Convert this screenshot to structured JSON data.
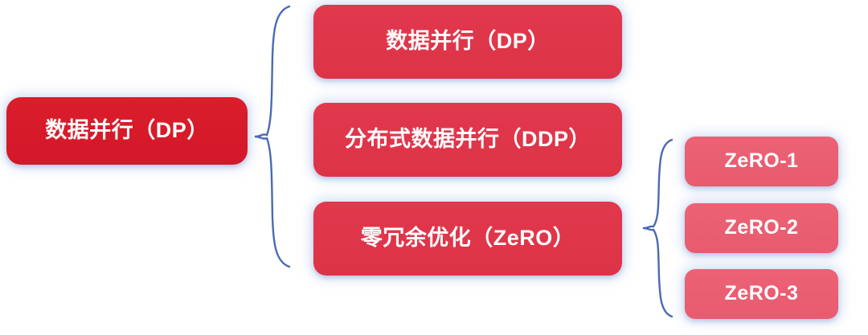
{
  "diagram": {
    "type": "hierarchy-tree",
    "orientation": "left-to-right",
    "background_color": "#ffffff",
    "colors": {
      "root_red": "#d81e2c",
      "level2_red": "#e0374c",
      "level3_rose": "#ea5e72",
      "brace_blue": "#4a6ab4",
      "text": "#ffffff",
      "glow": "#becee8"
    },
    "root": {
      "label": "数据并行（DP）"
    },
    "level2": [
      {
        "label": "数据并行（DP）"
      },
      {
        "label": "分布式数据并行（DDP）"
      },
      {
        "label": "零冗余优化（ZeRO）"
      }
    ],
    "level3": [
      {
        "label": "ZeRO-1"
      },
      {
        "label": "ZeRO-2"
      },
      {
        "label": "ZeRO-3"
      }
    ],
    "connectors": [
      {
        "name": "main-brace",
        "shape": "curly-brace",
        "color": "#4a6ab4",
        "from": "数据并行（DP）",
        "to": [
          "数据并行（DP）",
          "分布式数据并行（DDP）",
          "零冗余优化（ZeRO）"
        ]
      },
      {
        "name": "zero-brace",
        "shape": "curly-brace",
        "color": "#4a6ab4",
        "from": "零冗余优化（ZeRO）",
        "to": [
          "ZeRO-1",
          "ZeRO-2",
          "ZeRO-3"
        ]
      }
    ]
  }
}
